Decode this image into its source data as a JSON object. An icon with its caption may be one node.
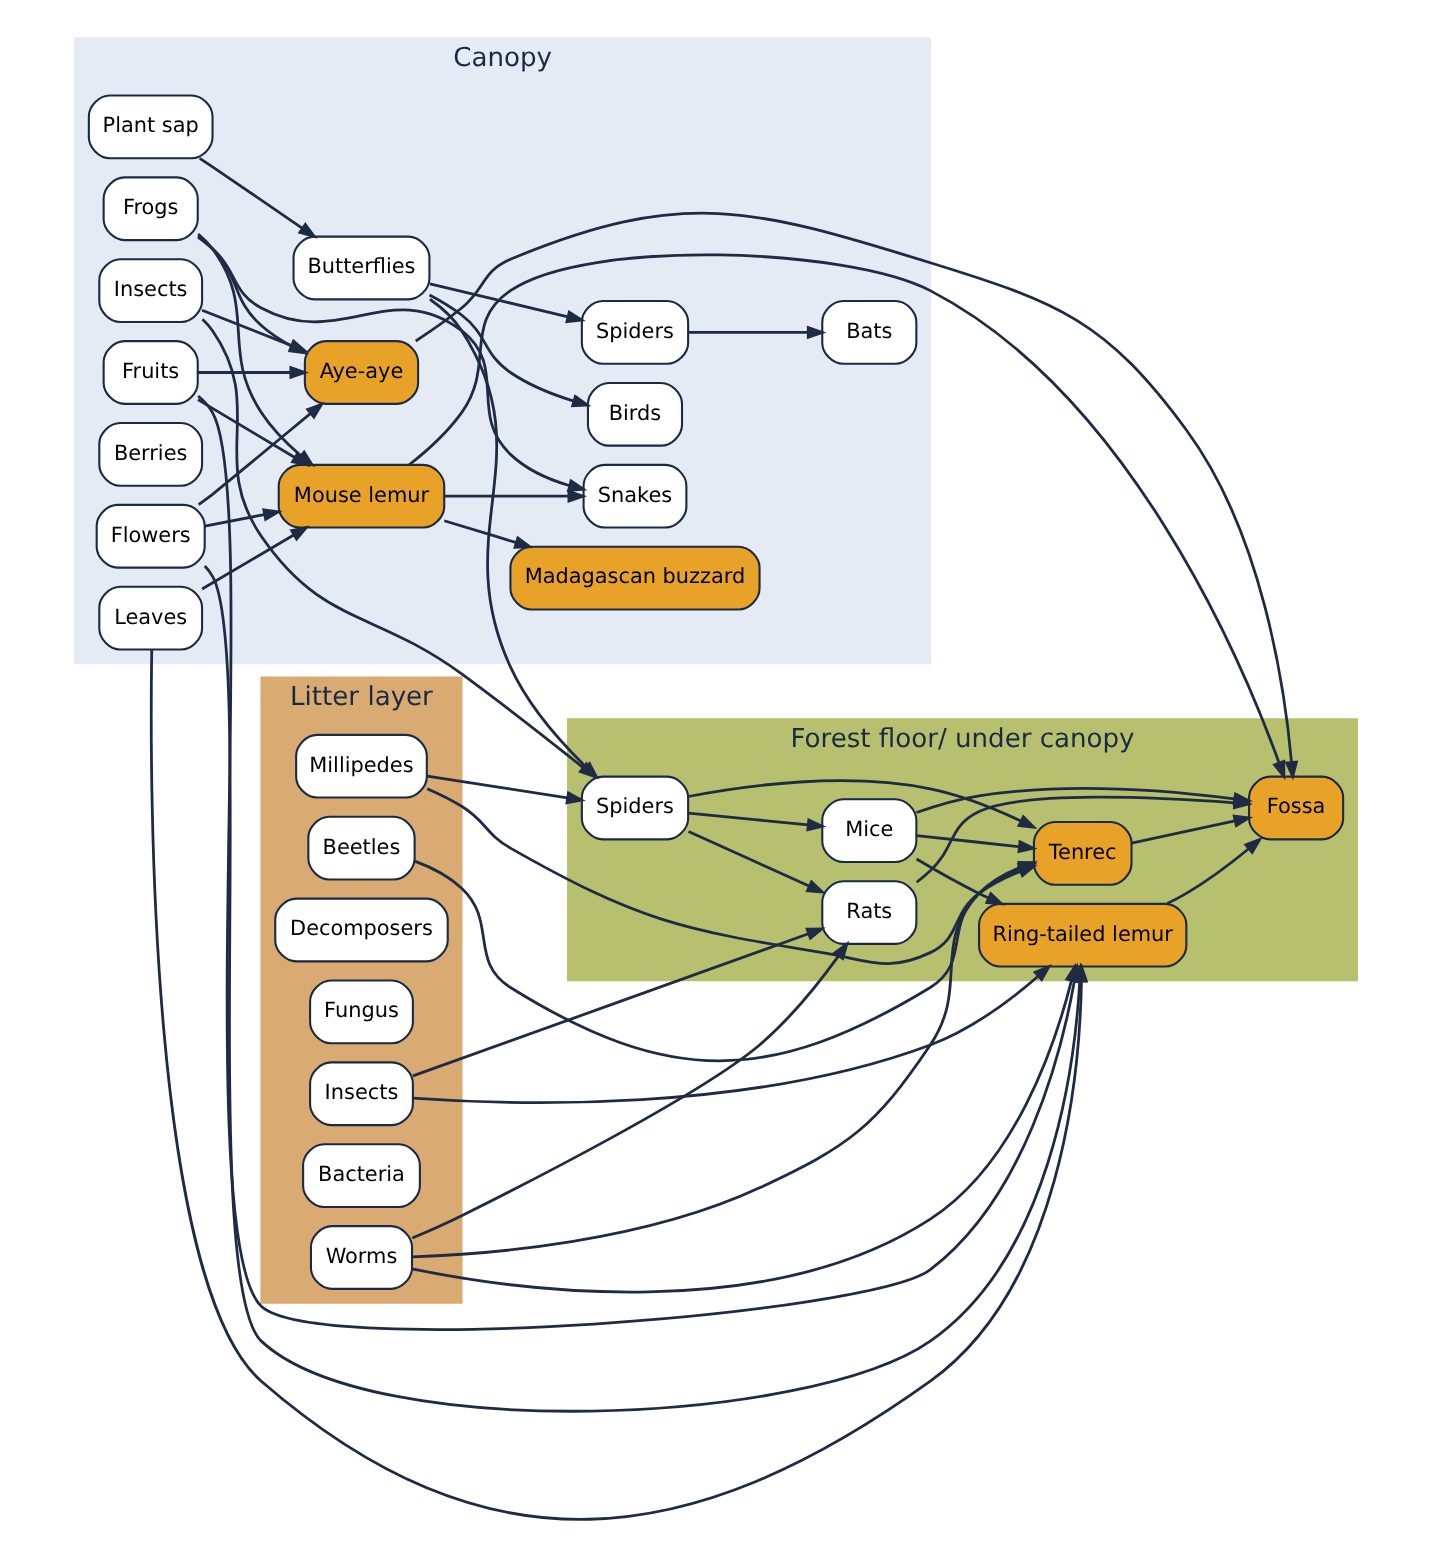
{
  "diagram": {
    "nodes": [
      {
        "text": [
          "Litter layer"
        ]
      },
      {
        "text": [
          "Forest floor/ under canopy"
        ]
      },
      {
        "text": [
          "Canopy"
        ]
      },
      {
        "text": [
          "Millipedes"
        ],
        "in": 0
      },
      {
        "text": [
          "Beetles"
        ],
        "in": 0
      },
      {
        "text": [
          "Decomposers"
        ],
        "in": 0
      },
      {
        "text": [
          "Fungus"
        ],
        "in": 0
      },
      {
        "text": [
          "Worms"
        ],
        "in": 0
      },
      {
        "text": [
          "Bacteria"
        ],
        "in": 0
      },
      {
        "text": [
          "Insects"
        ],
        "in": 0
      },
      {
        "text": [
          "Tenrec"
        ],
        "in": 1
      },
      {
        "text": [
          "Spiders"
        ],
        "in": 1
      },
      {
        "text": [
          "Mice"
        ],
        "in": 1
      },
      {
        "text": [
          "Fossa"
        ],
        "in": 1
      },
      {
        "text": [
          "Rats"
        ],
        "in": 1
      },
      {
        "text": [
          "Ring-tailed lemur"
        ],
        "in": 1
      },
      {
        "text": [
          "Plant sap"
        ],
        "in": 2
      },
      {
        "text": [
          "Leaves"
        ],
        "in": 2
      },
      {
        "text": [
          "Flowers"
        ],
        "in": 2
      },
      {
        "text": [
          "Fruits"
        ],
        "in": 2
      },
      {
        "text": [
          "Berries"
        ],
        "in": 2
      },
      {
        "text": [
          "Butterflies"
        ],
        "in": 2
      },
      {
        "text": [
          "Insects"
        ],
        "in": 2
      },
      {
        "text": [
          "Spiders"
        ],
        "in": 2
      },
      {
        "text": [
          "Aye-aye"
        ],
        "in": 2
      },
      {
        "text": [
          "Mouse lemur"
        ],
        "in": 2
      },
      {
        "text": [
          "Birds"
        ],
        "in": 2
      },
      {
        "text": [
          "Bats"
        ],
        "in": 2
      },
      {
        "text": [
          "Snakes"
        ],
        "in": 2
      },
      {
        "text": [
          "Frogs"
        ],
        "in": 2
      },
      {
        "text": [
          "Madagascan buzzard"
        ],
        "in": 2
      }
    ],
    "edges": [
      {
        "from": 3,
        "to": 11,
        "arrow": "to"
      },
      {
        "from": 3,
        "to": 10,
        "arrow": "to"
      },
      {
        "from": 4,
        "to": 10,
        "arrow": "to"
      },
      {
        "from": 11,
        "to": 10,
        "arrow": "to"
      },
      {
        "from": 21,
        "to": 11,
        "arrow": "to"
      },
      {
        "from": 22,
        "to": 11,
        "arrow": "to"
      },
      {
        "from": 16,
        "to": 21,
        "arrow": "to"
      },
      {
        "from": 21,
        "to": 26,
        "arrow": "to"
      },
      {
        "from": 21,
        "to": 23,
        "arrow": "to"
      },
      {
        "from": 23,
        "to": 27,
        "arrow": "to"
      },
      {
        "from": 10,
        "to": 13,
        "arrow": "to"
      },
      {
        "from": 11,
        "to": 12,
        "arrow": "to"
      },
      {
        "from": 11,
        "to": 14,
        "arrow": "to"
      },
      {
        "from": 7,
        "to": 10,
        "arrow": "to"
      },
      {
        "from": 12,
        "to": 10,
        "arrow": "to"
      },
      {
        "from": 12,
        "to": 13,
        "arrow": "to"
      },
      {
        "from": 12,
        "to": 15,
        "arrow": "to"
      },
      {
        "from": 14,
        "to": 13,
        "arrow": "to"
      },
      {
        "from": 7,
        "to": 14,
        "arrow": "to"
      },
      {
        "from": 7,
        "to": 15,
        "arrow": "to"
      },
      {
        "from": 9,
        "to": 14,
        "arrow": "to"
      },
      {
        "from": 9,
        "to": 15,
        "arrow": "to"
      },
      {
        "from": 15,
        "to": 13,
        "arrow": "to"
      },
      {
        "from": 24,
        "to": 13,
        "arrow": "to"
      },
      {
        "from": 25,
        "to": 13,
        "arrow": "to"
      },
      {
        "from": 17,
        "to": 15,
        "arrow": "to"
      },
      {
        "from": 18,
        "to": 15,
        "arrow": "to"
      },
      {
        "from": 19,
        "to": 15,
        "arrow": "to"
      },
      {
        "from": 18,
        "to": 24,
        "arrow": "to"
      },
      {
        "from": 19,
        "to": 24,
        "arrow": "to"
      },
      {
        "from": 17,
        "to": 25,
        "arrow": "to"
      },
      {
        "from": 18,
        "to": 25,
        "arrow": "to"
      },
      {
        "from": 19,
        "to": 25,
        "arrow": "to"
      },
      {
        "from": 22,
        "to": 24,
        "arrow": "to"
      },
      {
        "from": 29,
        "to": 24,
        "arrow": "to"
      },
      {
        "from": 29,
        "to": 28,
        "arrow": "to"
      },
      {
        "from": 29,
        "to": 25,
        "arrow": "to"
      },
      {
        "from": 25,
        "to": 28,
        "arrow": "to"
      },
      {
        "from": 25,
        "to": 30,
        "arrow": "to"
      }
    ]
  }
}
